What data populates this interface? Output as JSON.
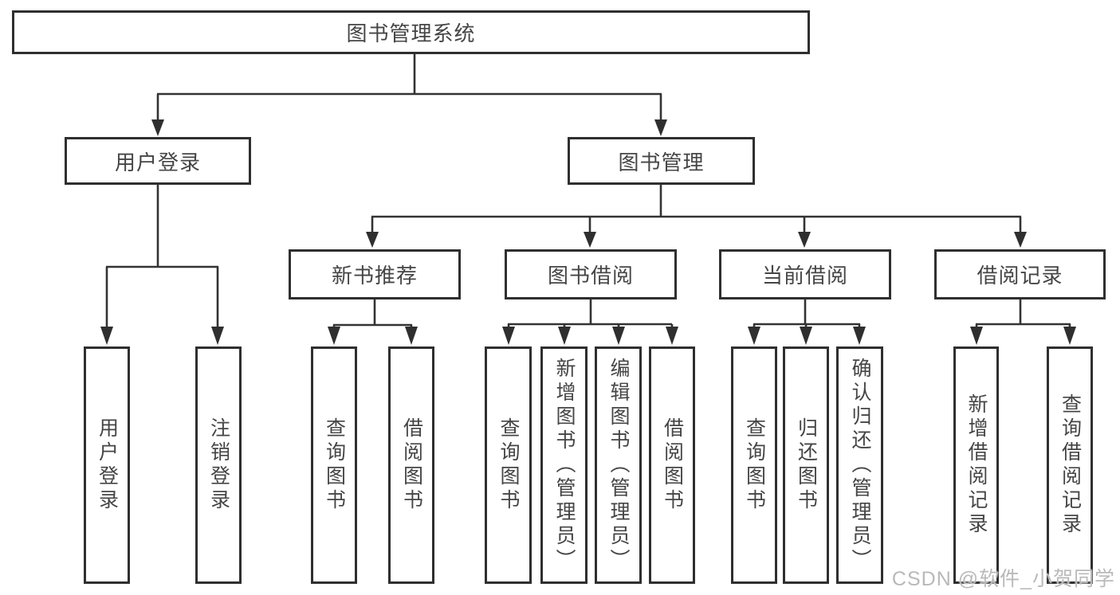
{
  "diagram": {
    "title_node": {
      "label": "图书管理系统"
    },
    "level2": [
      {
        "id": "user-login-module",
        "label": "用户登录"
      },
      {
        "id": "book-management-module",
        "label": "图书管理"
      }
    ],
    "level3": [
      {
        "id": "new-book-recommend",
        "parent": "图书管理",
        "label": "新书推荐"
      },
      {
        "id": "book-borrowing",
        "parent": "图书管理",
        "label": "图书借阅"
      },
      {
        "id": "current-borrowing",
        "parent": "图书管理",
        "label": "当前借阅"
      },
      {
        "id": "borrowing-records",
        "parent": "图书管理",
        "label": "借阅记录"
      }
    ],
    "leaves": [
      {
        "parent": "用户登录",
        "label": "用户登录"
      },
      {
        "parent": "用户登录",
        "label": "注销登录"
      },
      {
        "parent": "新书推荐",
        "label": "查询图书"
      },
      {
        "parent": "新书推荐",
        "label": "借阅图书"
      },
      {
        "parent": "图书借阅",
        "label": "查询图书"
      },
      {
        "parent": "图书借阅",
        "label": "新增图书（管理员）"
      },
      {
        "parent": "图书借阅",
        "label": "编辑图书（管理员）"
      },
      {
        "parent": "图书借阅",
        "label": "借阅图书"
      },
      {
        "parent": "当前借阅",
        "label": "查询图书"
      },
      {
        "parent": "当前借阅",
        "label": "归还图书"
      },
      {
        "parent": "当前借阅",
        "label": "确认归还（管理员）"
      },
      {
        "parent": "借阅记录",
        "label": "新增借阅记录"
      },
      {
        "parent": "借阅记录",
        "label": "查询借阅记录"
      }
    ]
  },
  "watermark": "CSDN @软件_小贺同学",
  "colors": {
    "border": "#2f2f2f",
    "connector": "#333333",
    "text": "#454545",
    "watermark": "#b9b9b9",
    "background": "#ffffff"
  }
}
